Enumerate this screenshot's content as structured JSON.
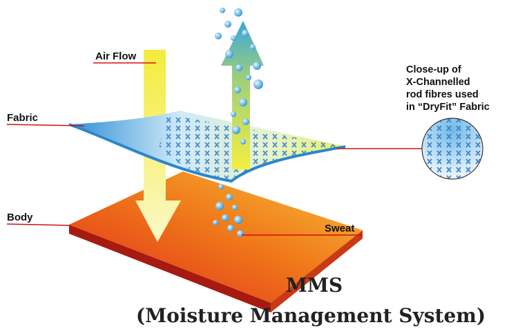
{
  "labels": {
    "air_flow": "Air Flow",
    "fabric": "Fabric",
    "body": "Body",
    "sweat": "Sweat"
  },
  "closeup_caption": [
    "Close-up of",
    "X-Channelled",
    "rod fibres used",
    "in “DryFit” Fabric"
  ],
  "title": "MMS",
  "subtitle": "(Moisture Management System)",
  "colors": {
    "leader_line": "#d01010",
    "fabric": "#3a9ad8",
    "body_top": "#f07a1a",
    "body_side": "#b81d12",
    "arrow": "#f5e94a"
  }
}
